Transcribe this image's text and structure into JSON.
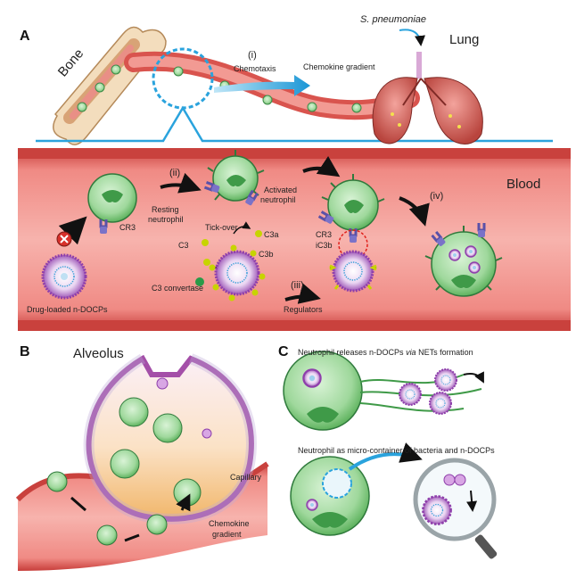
{
  "panels": {
    "a": "A",
    "b": "B",
    "c": "C"
  },
  "panel_a": {
    "bone": "Bone",
    "lung": "Lung",
    "pathogen": "S. pneumoniae",
    "step_i": "(i)",
    "chemotaxis": "Chemotaxis",
    "chemokine_gradient": "Chemokine gradient",
    "blood": "Blood",
    "step_ii": "(ii)",
    "step_iii": "(iii)",
    "step_iv": "(iv)",
    "cr3": "CR3",
    "resting_1": "Resting",
    "resting_2": "neutrophil",
    "activated_1": "Activated",
    "activated_2": "neutrophil",
    "tick_over": "Tick-over",
    "c3": "C3",
    "c3a": "C3a",
    "c3b": "C3b",
    "c3_convertase": "C3 convertase",
    "regulators": "Regulators",
    "cr3_bound": "CR3",
    "ic3b": "iC3b",
    "drug_loaded": "Drug-loaded n-DOCPs"
  },
  "panel_b": {
    "alveolus": "Alveolus",
    "capillary": "Capillary",
    "chemokine_1": "Chemokine",
    "chemokine_2": "gradient"
  },
  "panel_c": {
    "title_pre": "Neutrophil releases n-DOCPs ",
    "title_via": "via",
    "title_post": " NETs formation",
    "micro_container": "Neutrophil as micro-container of bacteria and n-DOCPs"
  },
  "colors": {
    "vessel": "#e66a64",
    "vessel_dark": "#c8433f",
    "neutrophil": "#a9dfa9",
    "neutrophil_dark": "#2f7a3c",
    "nanoparticle": "#b06fc8",
    "receptor": "#6b63b5",
    "arrow_blue": "#2aa3dd",
    "c3_dot": "#c7d400"
  }
}
